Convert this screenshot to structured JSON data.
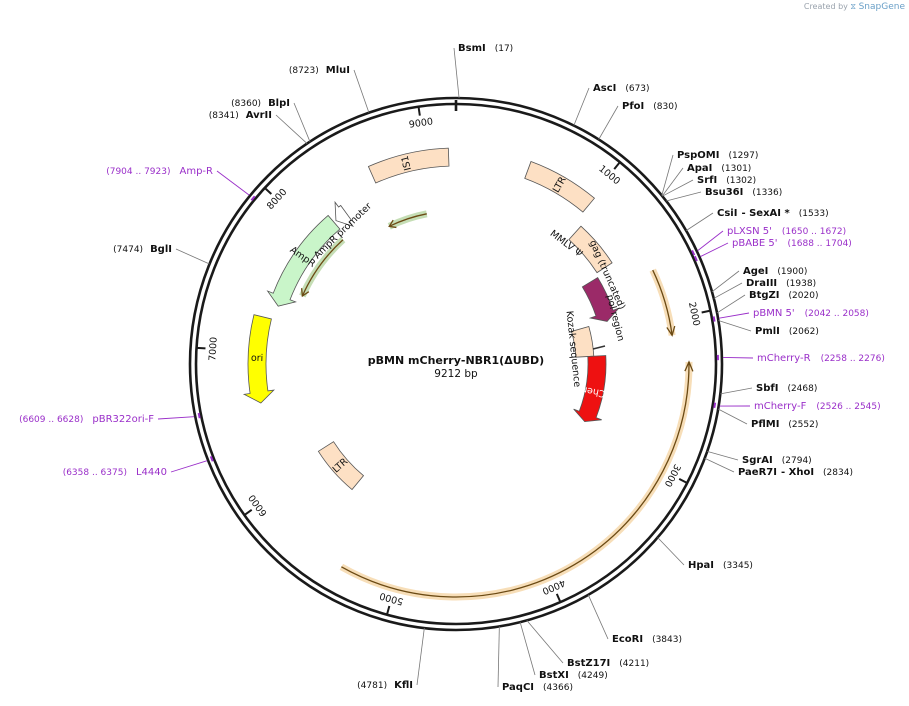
{
  "credit": {
    "prefix": "Created by",
    "brand": "SnapGene"
  },
  "plasmid": {
    "name": "pBMN mCherry-NBR1(ΔUBD)",
    "length_label": "9212 bp",
    "length": 9212
  },
  "ticks": [
    "1000",
    "2000",
    "3000",
    "4000",
    "5000",
    "6000",
    "7000",
    "8000",
    "9000"
  ],
  "restriction_sites": [
    {
      "name": "BsmI",
      "pos": "(17)"
    },
    {
      "name": "AscI",
      "pos": "(673)"
    },
    {
      "name": "PfoI",
      "pos": "(830)"
    },
    {
      "name": "PspOMI",
      "pos": "(1297)"
    },
    {
      "name": "ApaI",
      "pos": "(1301)"
    },
    {
      "name": "SrfI",
      "pos": "(1302)"
    },
    {
      "name": "Bsu36I",
      "pos": "(1336)"
    },
    {
      "name": "CsiI",
      "extra": "- SexAI *",
      "pos": "(1533)"
    },
    {
      "name": "AgeI",
      "pos": "(1900)"
    },
    {
      "name": "DraIII",
      "pos": "(1938)"
    },
    {
      "name": "BtgZI",
      "pos": "(2020)"
    },
    {
      "name": "PmlI",
      "pos": "(2062)"
    },
    {
      "name": "SbfI",
      "pos": "(2468)"
    },
    {
      "name": "PflMI",
      "pos": "(2552)"
    },
    {
      "name": "SgrAI",
      "pos": "(2794)"
    },
    {
      "name": "PaeR7I",
      "extra": "- XhoI",
      "pos": "(2834)"
    },
    {
      "name": "HpaI",
      "pos": "(3345)"
    },
    {
      "name": "EcoRI",
      "pos": "(3843)"
    },
    {
      "name": "BstZ17I",
      "pos": "(4211)"
    },
    {
      "name": "BstXI",
      "pos": "(4249)"
    },
    {
      "name": "PaqCI",
      "pos": "(4366)"
    },
    {
      "name": "KflI",
      "pos": "(4781)"
    },
    {
      "name": "BglI",
      "pos": "(7474)"
    },
    {
      "name": "AvrII",
      "pos": "(8341)"
    },
    {
      "name": "BlpI",
      "pos": "(8360)"
    },
    {
      "name": "MluI",
      "pos": "(8723)"
    }
  ],
  "primers": [
    {
      "name": "pLXSN 5'",
      "range": "(1650 .. 1672)"
    },
    {
      "name": "pBABE 5'",
      "range": "(1688 .. 1704)"
    },
    {
      "name": "pBMN 5'",
      "range": "(2042 .. 2058)"
    },
    {
      "name": "mCherry-R",
      "range": "(2258 .. 2276)"
    },
    {
      "name": "mCherry-F",
      "range": "(2526 .. 2545)"
    },
    {
      "name": "L4440",
      "range": "(6358 .. 6375)"
    },
    {
      "name": "pBR322ori-F",
      "range": "(6609 .. 6628)"
    },
    {
      "name": "Amp-R",
      "range": "(7904 .. 7923)"
    }
  ],
  "features": {
    "ltr5": "LTR",
    "psi": "MMLV Ψ",
    "gag": "gag (truncated)",
    "pol": "pol region",
    "kozak": "Kozak sequence",
    "mcherry": "mCherry",
    "ltr3": "LTR",
    "ori": "ori",
    "ampr": "AmpR",
    "ampr_promoter": "AmpR promoter",
    "is1": "IS1"
  },
  "colors": {
    "backbone": "#1a1a1a",
    "primer": "#9a2fc9",
    "ltr": "#fde0c4",
    "gag": "#9b2a68",
    "mcherry": "#ee1111",
    "ori": "#ffff00",
    "ampr": "#c9f5c9",
    "orf_orange": "#e8a033",
    "orf_green": "#5aa02c"
  }
}
